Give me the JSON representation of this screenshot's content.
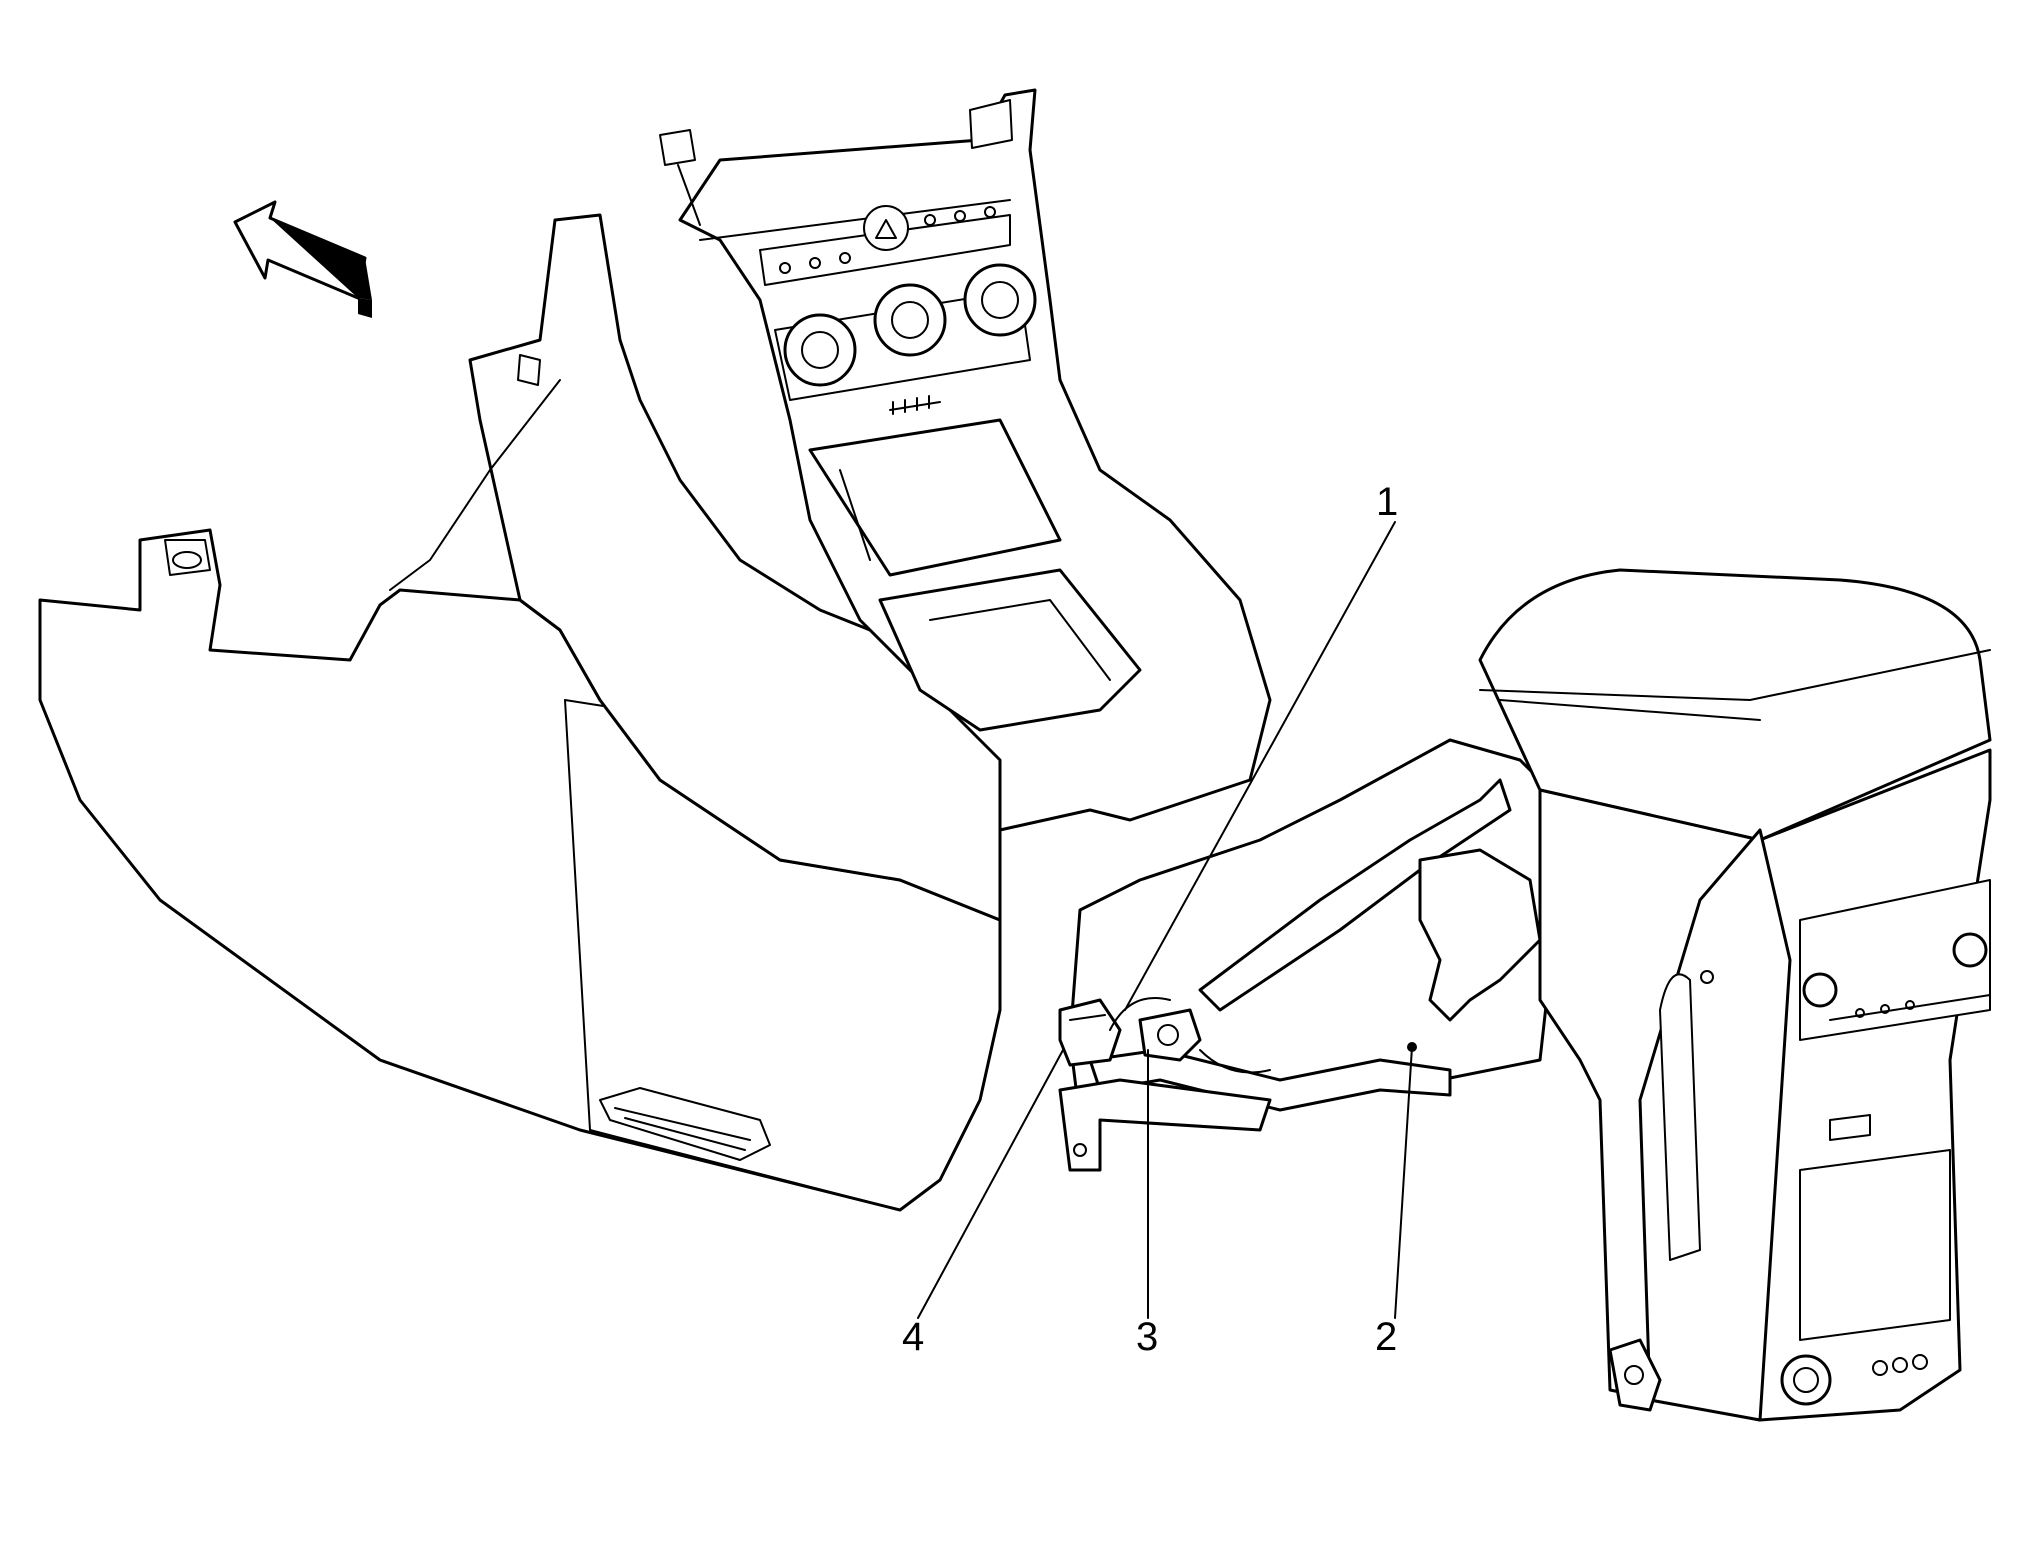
{
  "callouts": [
    {
      "id": "1",
      "label": "1"
    },
    {
      "id": "2",
      "label": "2"
    },
    {
      "id": "3",
      "label": "3"
    },
    {
      "id": "4",
      "label": "4"
    }
  ],
  "colors": {
    "stroke": "#000000",
    "background": "#ffffff"
  },
  "icons": [
    "direction-arrow-icon",
    "hazard-triangle-icon"
  ]
}
